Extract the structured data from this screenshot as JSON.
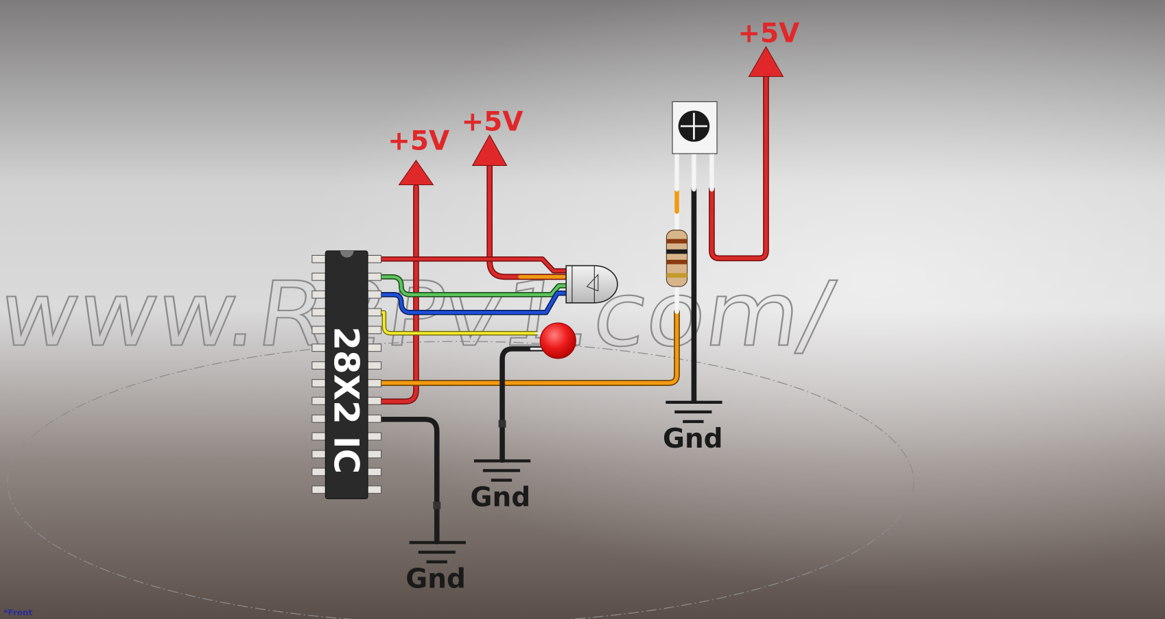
{
  "view_label": "*Front",
  "watermark": "www.R2Pv1.com/",
  "ic": {
    "label": "28X2 IC",
    "pins_per_side": 14
  },
  "power_labels": [
    "+5V",
    "+5V",
    "+5V"
  ],
  "ground_labels": [
    "Gnd",
    "Gnd",
    "Gnd"
  ],
  "colors": {
    "power": "#e0282a",
    "ground": "#1a1a1a",
    "wire_red": "#d92a2a",
    "wire_green": "#5cc45c",
    "wire_blue": "#1e4fd8",
    "wire_yellow": "#f2ea2a",
    "wire_orange": "#f29a12",
    "wire_black": "#1c1c1c",
    "ic_body": "#2a2a2a",
    "led_red": "#ee1c1c"
  }
}
